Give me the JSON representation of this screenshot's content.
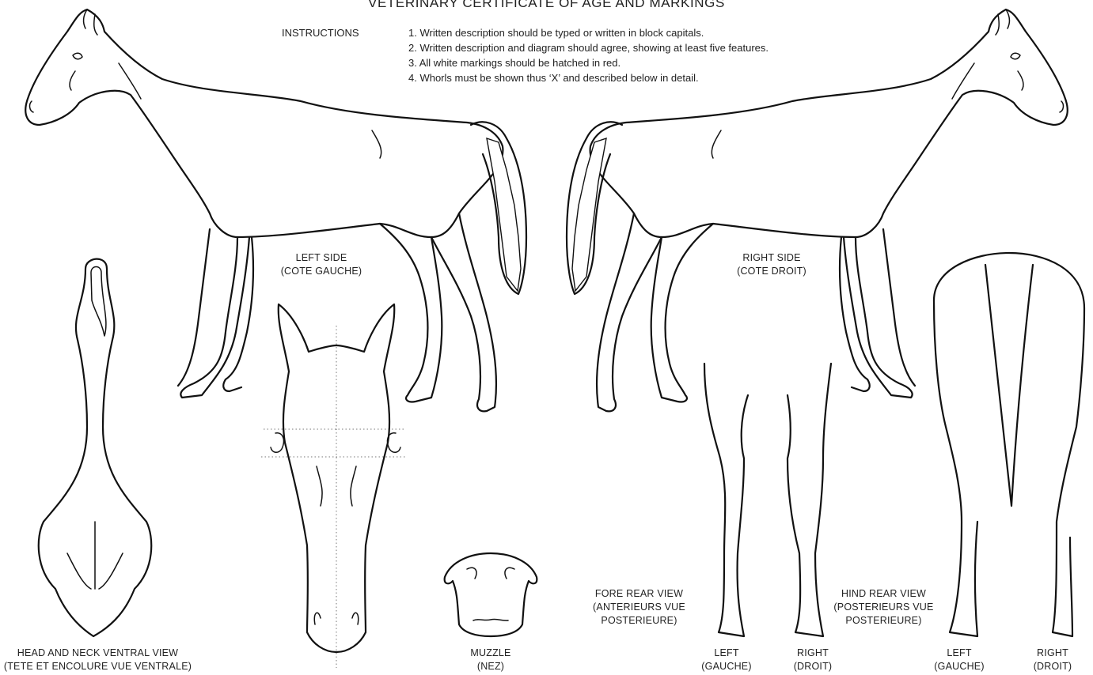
{
  "title": "VETERINARY CERTIFICATE OF AGE AND MARKINGS",
  "instructions": {
    "heading": "INSTRUCTIONS",
    "items": [
      "1.  Written description should be typed or written in block capitals.",
      "2.  Written description and diagram should agree, showing at least five features.",
      "3.  All white markings should be hatched in red.",
      "4.  Whorls must be shown thus ‘X’ and described below in detail."
    ]
  },
  "views": {
    "left_side": {
      "line1": "LEFT SIDE",
      "line2": "(COTE GAUCHE)"
    },
    "right_side": {
      "line1": "RIGHT SIDE",
      "line2": "(COTE DROIT)"
    },
    "head_neck_ventral": {
      "line1": "HEAD AND NECK VENTRAL VIEW",
      "line2": "(TETE ET ENCOLURE VUE VENTRALE)"
    },
    "muzzle": {
      "line1": "MUZZLE",
      "line2": "(NEZ)"
    },
    "fore_rear": {
      "line1": "FORE REAR VIEW",
      "line2": "(ANTERIEURS VUE",
      "line3": "POSTERIEURE)"
    },
    "hind_rear": {
      "line1": "HIND REAR VIEW",
      "line2": "(POSTERIEURS VUE",
      "line3": "POSTERIEURE)"
    },
    "fore_left": {
      "line1": "LEFT",
      "line2": "(GAUCHE)"
    },
    "fore_right": {
      "line1": "RIGHT",
      "line2": "(DROIT)"
    },
    "hind_left": {
      "line1": "LEFT",
      "line2": "(GAUCHE)"
    },
    "hind_right": {
      "line1": "RIGHT",
      "line2": "(DROIT)"
    }
  }
}
